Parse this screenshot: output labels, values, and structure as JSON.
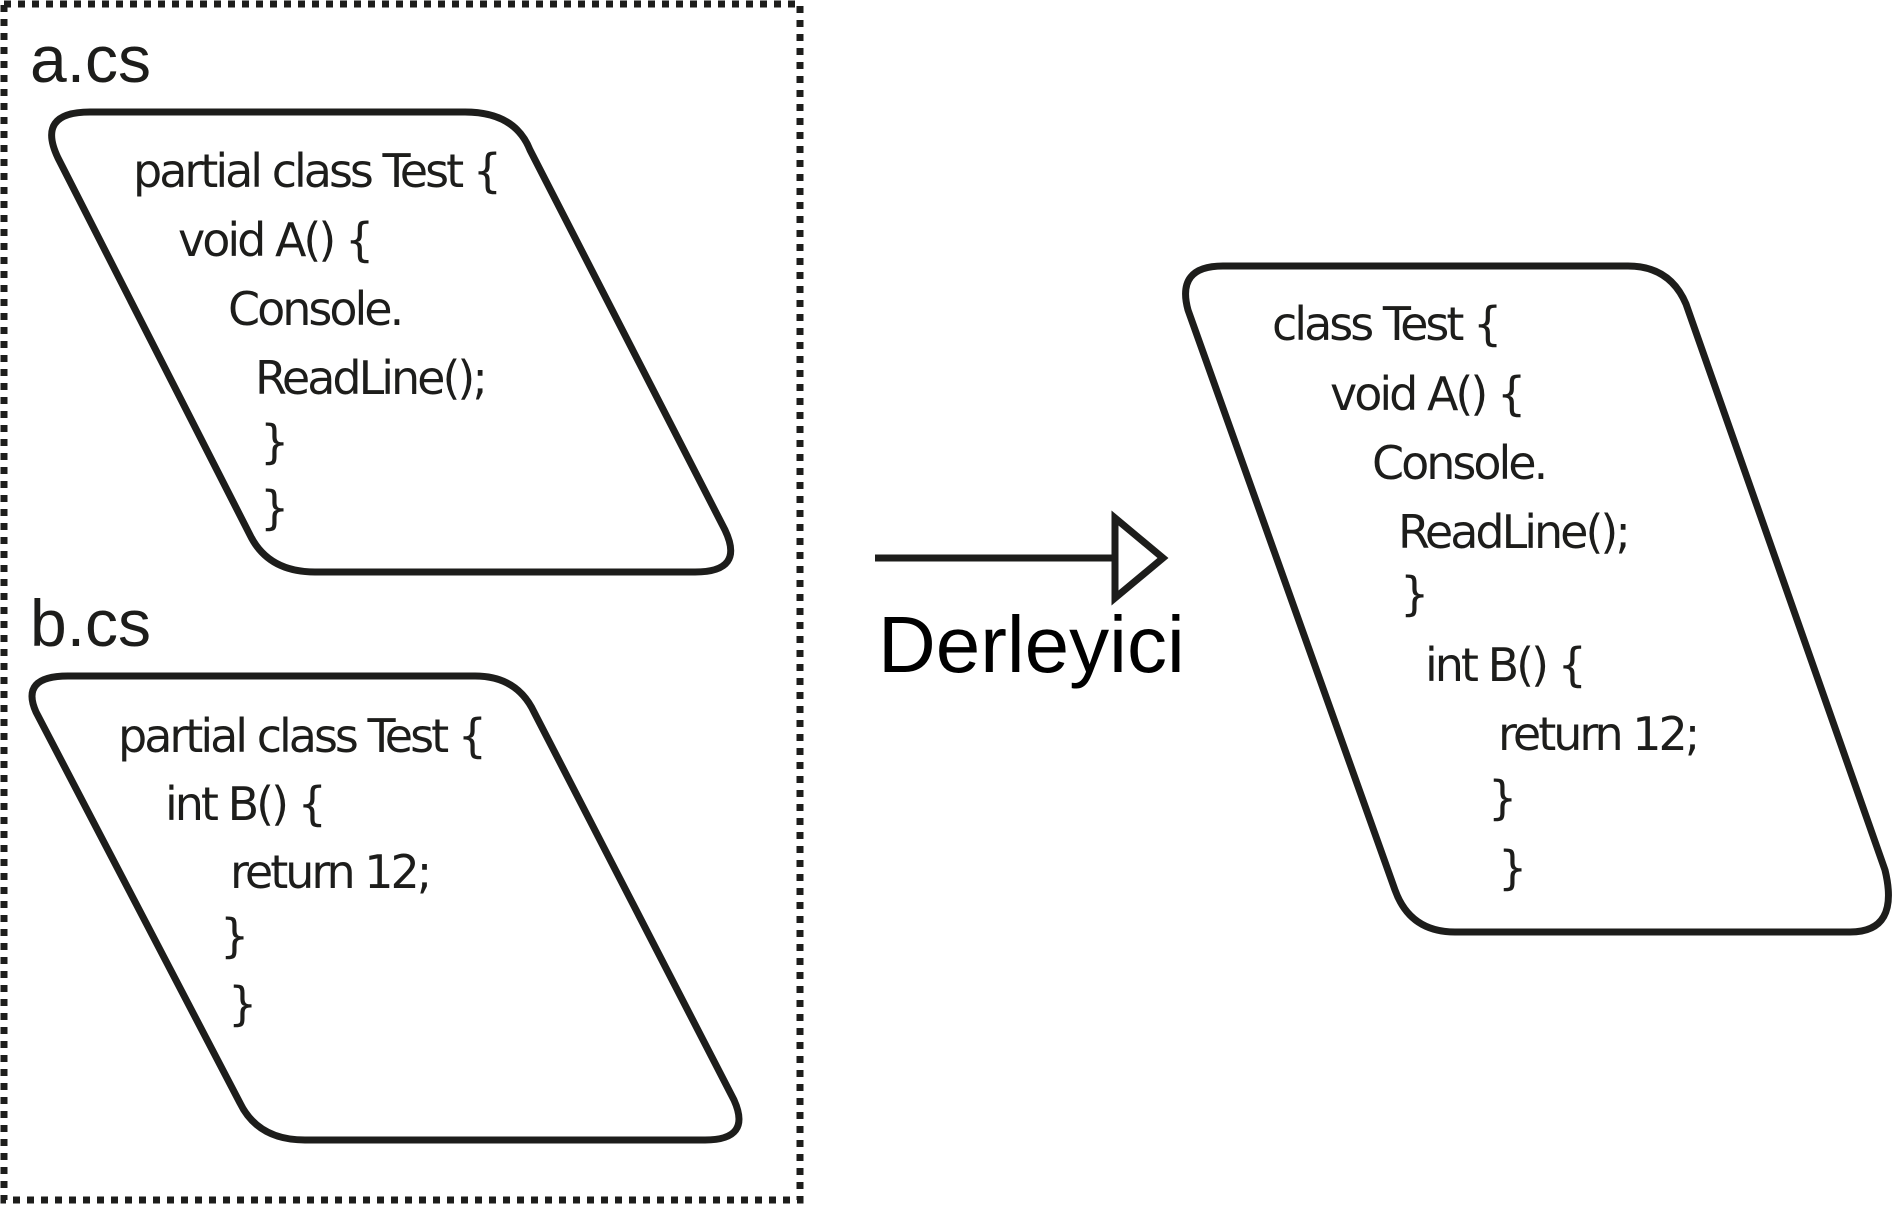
{
  "files": [
    {
      "name": "a.cs",
      "code": [
        "partial class Test {",
        "void A() {",
        "Console.",
        "ReadLine();",
        "}",
        "}"
      ]
    },
    {
      "name": "b.cs",
      "code": [
        "partial class Test {",
        "int B() {",
        "return 12;",
        "}",
        "}"
      ]
    }
  ],
  "compiler": {
    "label": "Derleyici"
  },
  "result": {
    "code": [
      "class Test {",
      "void A() {",
      "Console.",
      "ReadLine();",
      "}",
      "int B() {",
      "return 12;",
      "}",
      "}"
    ]
  }
}
